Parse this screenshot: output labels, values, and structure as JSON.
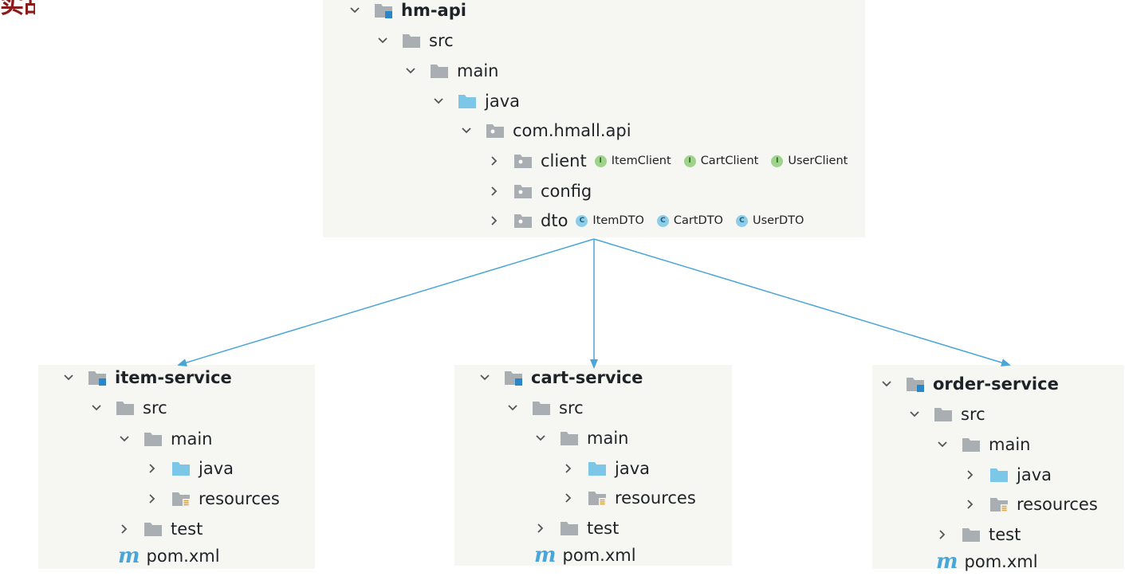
{
  "header_fragment": "实战",
  "colors": {
    "panel_bg": "#f6f7f3",
    "arrow": "#4aa5d8",
    "interface_badge": "#9fd28b",
    "class_badge": "#8ecde8",
    "source_folder": "#7cc7e8",
    "folder": "#a9aeb3"
  },
  "api": {
    "module": "hm-api",
    "src": "src",
    "main": "main",
    "java": "java",
    "package": "com.hmall.api",
    "client": "client",
    "client_badges": [
      "ItemClient",
      "CartClient",
      "UserClient"
    ],
    "config": "config",
    "dto": "dto",
    "dto_badges": [
      "ItemDTO",
      "CartDTO",
      "UserDTO"
    ],
    "badge_interface_letter": "I",
    "badge_class_letter": "C"
  },
  "services": [
    {
      "module": "item-service",
      "src": "src",
      "main": "main",
      "java": "java",
      "resources": "resources",
      "test": "test",
      "pom": "pom.xml",
      "maven_letter": "m"
    },
    {
      "module": "cart-service",
      "src": "src",
      "main": "main",
      "java": "java",
      "resources": "resources",
      "test": "test",
      "pom": "pom.xml",
      "maven_letter": "m"
    },
    {
      "module": "order-service",
      "src": "src",
      "main": "main",
      "java": "java",
      "resources": "resources",
      "test": "test",
      "pom": "pom.xml",
      "maven_letter": "m"
    }
  ]
}
